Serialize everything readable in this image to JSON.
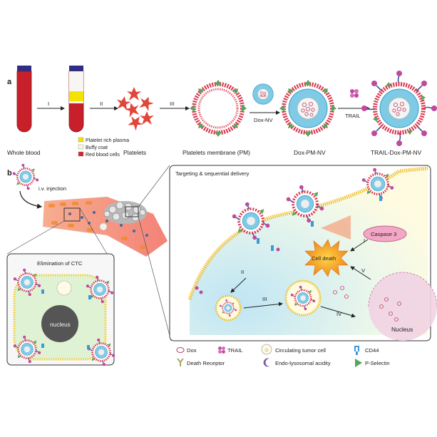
{
  "panel_a": {
    "letter": "a",
    "steps": {
      "s1": "I",
      "s2": "II",
      "s3": "III"
    },
    "labels": {
      "whole_blood": "Whole blood",
      "platelets": "Platelets",
      "pm": "Platelets membrane (PM)",
      "dox_nv": "Dox-NV",
      "dox_pm_nv": "Dox-PM-NV",
      "trail": "TRAIL",
      "trail_dox_pm_nv": "TRAIL-Dox-PM-NV"
    },
    "tube_legend": [
      {
        "label": "Platelet rich plasma",
        "color": "#f4e300"
      },
      {
        "label": "Buffy coat",
        "color": "#fbf7e2"
      },
      {
        "label": "Red blood cells",
        "color": "#d6262c"
      }
    ]
  },
  "panel_b": {
    "letter": "b",
    "iv_injection": "i.v. injection",
    "ctc_box_title": "Elimination of CTC",
    "nucleus_label": "nucleus",
    "targeting_title": "Targeting & sequential delivery",
    "caspase": "Caspase 3",
    "cell_death": "Cell death",
    "nucleus2": "Nucleus",
    "steps": {
      "r1": "I",
      "r2": "II",
      "r3": "III",
      "r4": "IV",
      "r5": "V"
    }
  },
  "bottom_legend": [
    {
      "label": "Dox",
      "icon": "dox-icon"
    },
    {
      "label": "TRAIL",
      "icon": "trail-icon"
    },
    {
      "label": "Circulating tumor cell",
      "icon": "ctc-icon"
    },
    {
      "label": "CD44",
      "icon": "cd44-icon"
    },
    {
      "label": "Death Receptor",
      "icon": "death-receptor-icon"
    },
    {
      "label": "Endo-lysosomal acidity",
      "icon": "acidity-icon"
    },
    {
      "label": "P-Selectin",
      "icon": "p-selectin-icon"
    }
  ],
  "colors": {
    "blood_red": "#c8202a",
    "membrane_red": "#d9354d",
    "core_blue": "#6ec6e6",
    "p_selectin_green": "#5aa35a",
    "caspase_pink": "#f2a7c4",
    "cell_death_orange": "#f5a623"
  }
}
